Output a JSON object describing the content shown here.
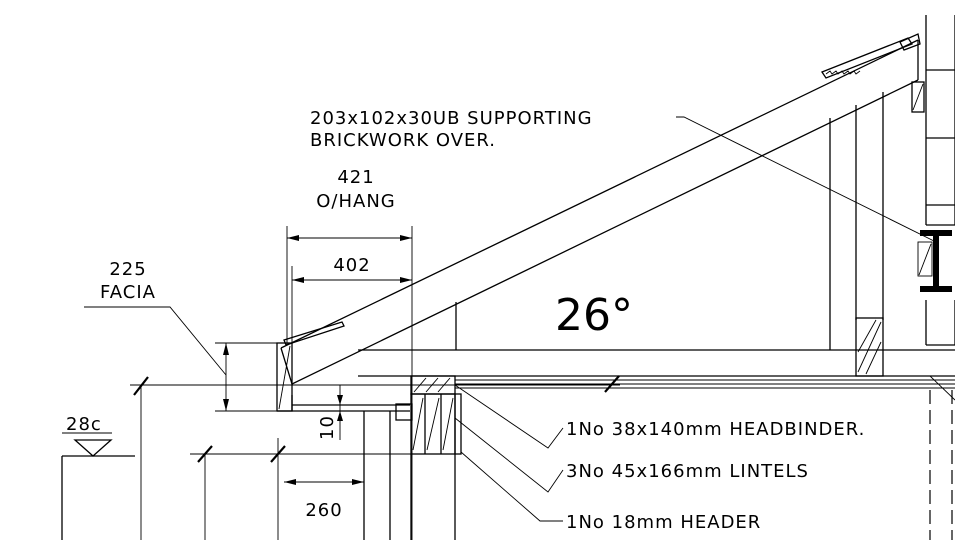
{
  "labels": {
    "ub_note_line1": "203x102x30UB SUPPORTING",
    "ub_note_line2": "BRICKWORK OVER.",
    "overhang_value": "421",
    "overhang_label": "O/HANG",
    "dim_402": "402",
    "facia_value": "225",
    "facia_label": "FACIA",
    "pitch_angle": "26°",
    "level_mark": "28c",
    "dim_10": "10",
    "dim_260": "260",
    "headbinder_note": "1No  38x140mm HEADBINDER.",
    "lintels_note": "3No  45x166mm LINTELS",
    "header_note": "1No  18mm HEADER"
  }
}
